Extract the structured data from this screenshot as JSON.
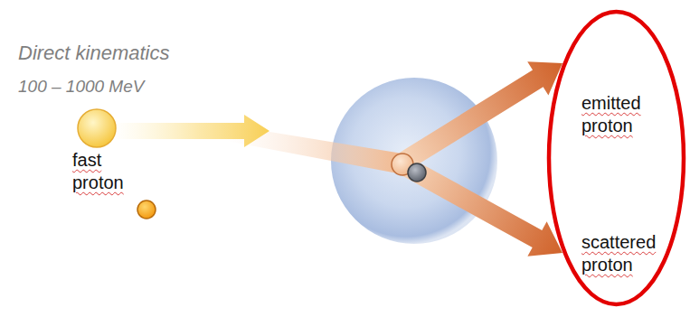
{
  "diagram": {
    "nodes": [
      {
        "text": [
          "emitted proton",
          "scattered proton"
        ]
      }
    ],
    "labels": [
      "Direct kinematics",
      "100 – 1000 MeV",
      "fast proton"
    ]
  }
}
